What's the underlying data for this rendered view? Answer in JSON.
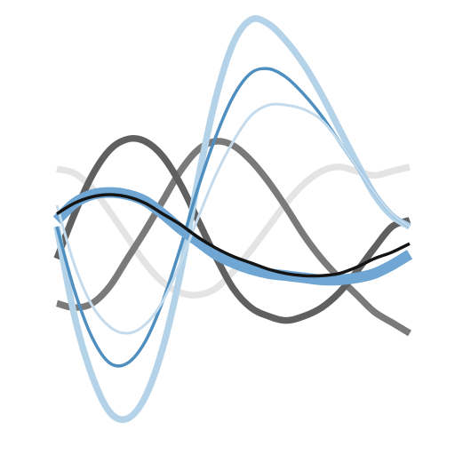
{
  "chart_data": {
    "type": "line",
    "title": "",
    "xlabel": "",
    "ylabel": "",
    "axes": "hidden",
    "grid": false,
    "legend": "none",
    "xlim": [
      0,
      1
    ],
    "ylim": [
      -1,
      1
    ],
    "x": [
      0,
      0.05,
      0.1,
      0.15,
      0.2,
      0.25,
      0.3,
      0.35,
      0.4,
      0.45,
      0.5,
      0.55,
      0.6,
      0.65,
      0.7,
      0.75,
      0.8,
      0.85,
      0.9,
      0.95,
      1
    ],
    "series": [
      {
        "color": "#e4e4e4",
        "width": "thick",
        "values": [
          0.27,
          0.25,
          0.18,
          0.07,
          -0.05,
          -0.17,
          -0.26,
          -0.31,
          -0.32,
          -0.29,
          -0.21,
          -0.11,
          0.0,
          0.11,
          0.2,
          0.26,
          0.28,
          0.26,
          0.24,
          0.26,
          0.28
        ]
      },
      {
        "color": "#7a7a7a",
        "width": "thick",
        "values": [
          -0.36,
          -0.38,
          -0.36,
          -0.28,
          -0.15,
          -0.02,
          0.12,
          0.26,
          0.36,
          0.4,
          0.38,
          0.31,
          0.21,
          0.09,
          -0.04,
          -0.15,
          -0.24,
          -0.32,
          -0.4,
          -0.45,
          -0.5
        ]
      },
      {
        "color": "#606060",
        "width": "thick",
        "values": [
          -0.15,
          0.06,
          0.24,
          0.36,
          0.41,
          0.4,
          0.33,
          0.2,
          0.03,
          -0.14,
          -0.29,
          -0.38,
          -0.42,
          -0.44,
          -0.42,
          -0.38,
          -0.31,
          -0.21,
          -0.1,
          0.0,
          0.03
        ]
      },
      {
        "color": "#b4d3e9",
        "width": "thick",
        "values": [
          0.0,
          -0.42,
          -0.7,
          -0.87,
          -0.9,
          -0.8,
          -0.57,
          -0.22,
          0.22,
          0.6,
          0.86,
          0.97,
          0.95,
          0.87,
          0.76,
          0.62,
          0.46,
          0.3,
          0.15,
          0.05,
          0.0
        ]
      },
      {
        "color": "#4f8fc0",
        "width": "medium",
        "values": [
          0.0,
          -0.3,
          -0.52,
          -0.64,
          -0.64,
          -0.54,
          -0.35,
          -0.1,
          0.18,
          0.42,
          0.61,
          0.72,
          0.74,
          0.7,
          0.62,
          0.52,
          0.4,
          0.28,
          0.16,
          0.06,
          0.0
        ]
      },
      {
        "color": "#6fa6d3",
        "width": "extra-thick",
        "values": [
          0.03,
          0.11,
          0.15,
          0.16,
          0.15,
          0.12,
          0.06,
          -0.01,
          -0.07,
          -0.13,
          -0.17,
          -0.2,
          -0.22,
          -0.23,
          -0.24,
          -0.25,
          -0.25,
          -0.24,
          -0.22,
          -0.18,
          -0.13
        ]
      },
      {
        "color": "#c4dbed",
        "width": "thin",
        "values": [
          0.1,
          -0.18,
          -0.37,
          -0.47,
          -0.5,
          -0.46,
          -0.35,
          -0.17,
          0.04,
          0.24,
          0.4,
          0.52,
          0.57,
          0.57,
          0.55,
          0.5,
          0.4,
          0.28,
          0.16,
          0.06,
          0.0
        ]
      },
      {
        "color": "#141414",
        "width": "medium",
        "values": [
          0.06,
          0.11,
          0.14,
          0.15,
          0.14,
          0.11,
          0.06,
          0.01,
          -0.05,
          -0.1,
          -0.14,
          -0.17,
          -0.2,
          -0.22,
          -0.23,
          -0.23,
          -0.22,
          -0.19,
          -0.15,
          -0.12,
          -0.08
        ]
      }
    ]
  }
}
